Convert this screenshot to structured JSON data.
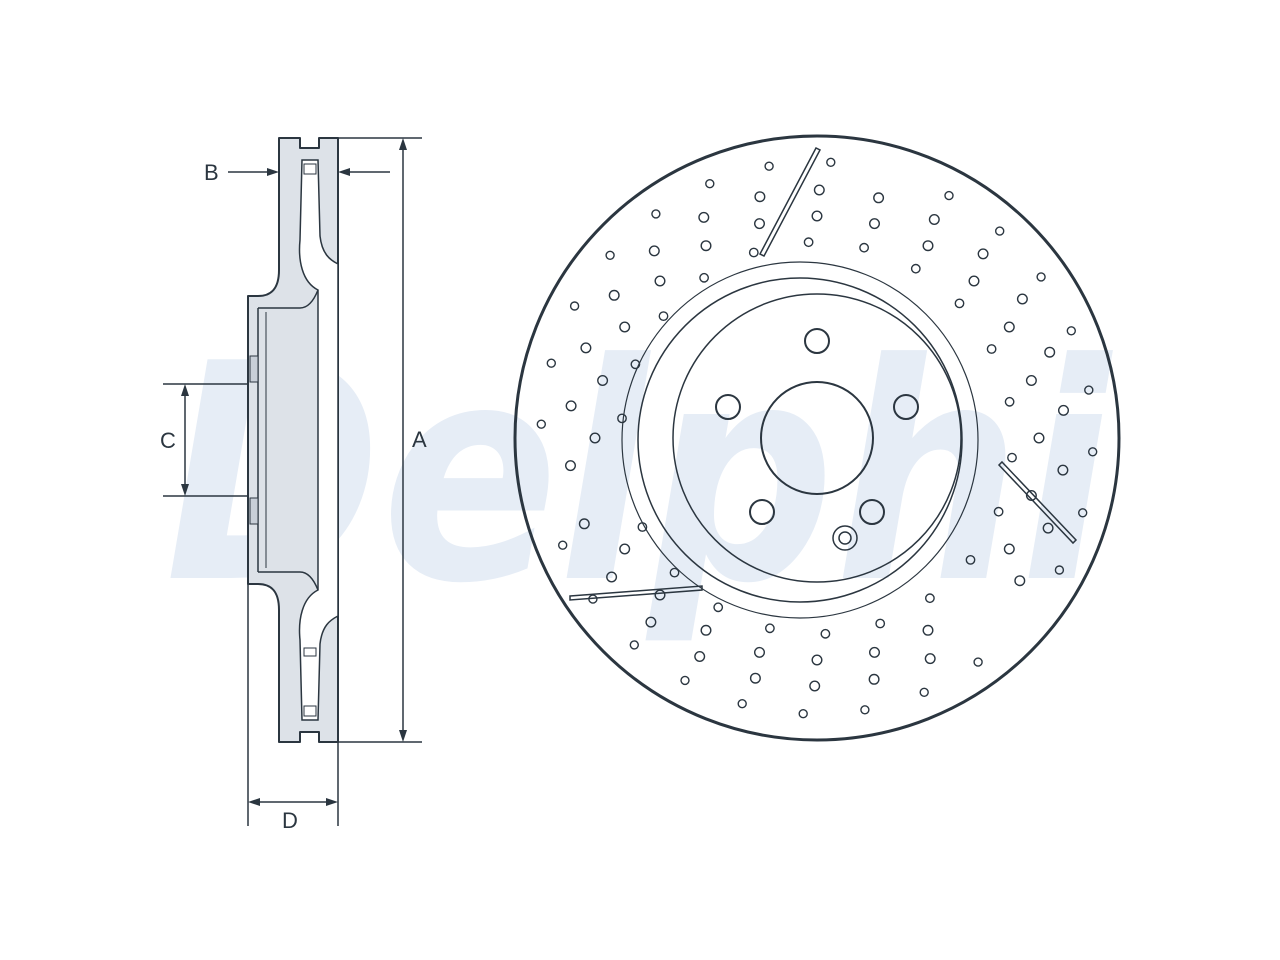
{
  "brand": {
    "watermark": "Delphi",
    "watermark_color": "#e6edf6"
  },
  "colors": {
    "line": "#2b3640",
    "part_fill": "#dde2e8",
    "background": "#ffffff"
  },
  "dimensions": {
    "a": "A",
    "b": "B",
    "c": "C",
    "d": "D"
  }
}
